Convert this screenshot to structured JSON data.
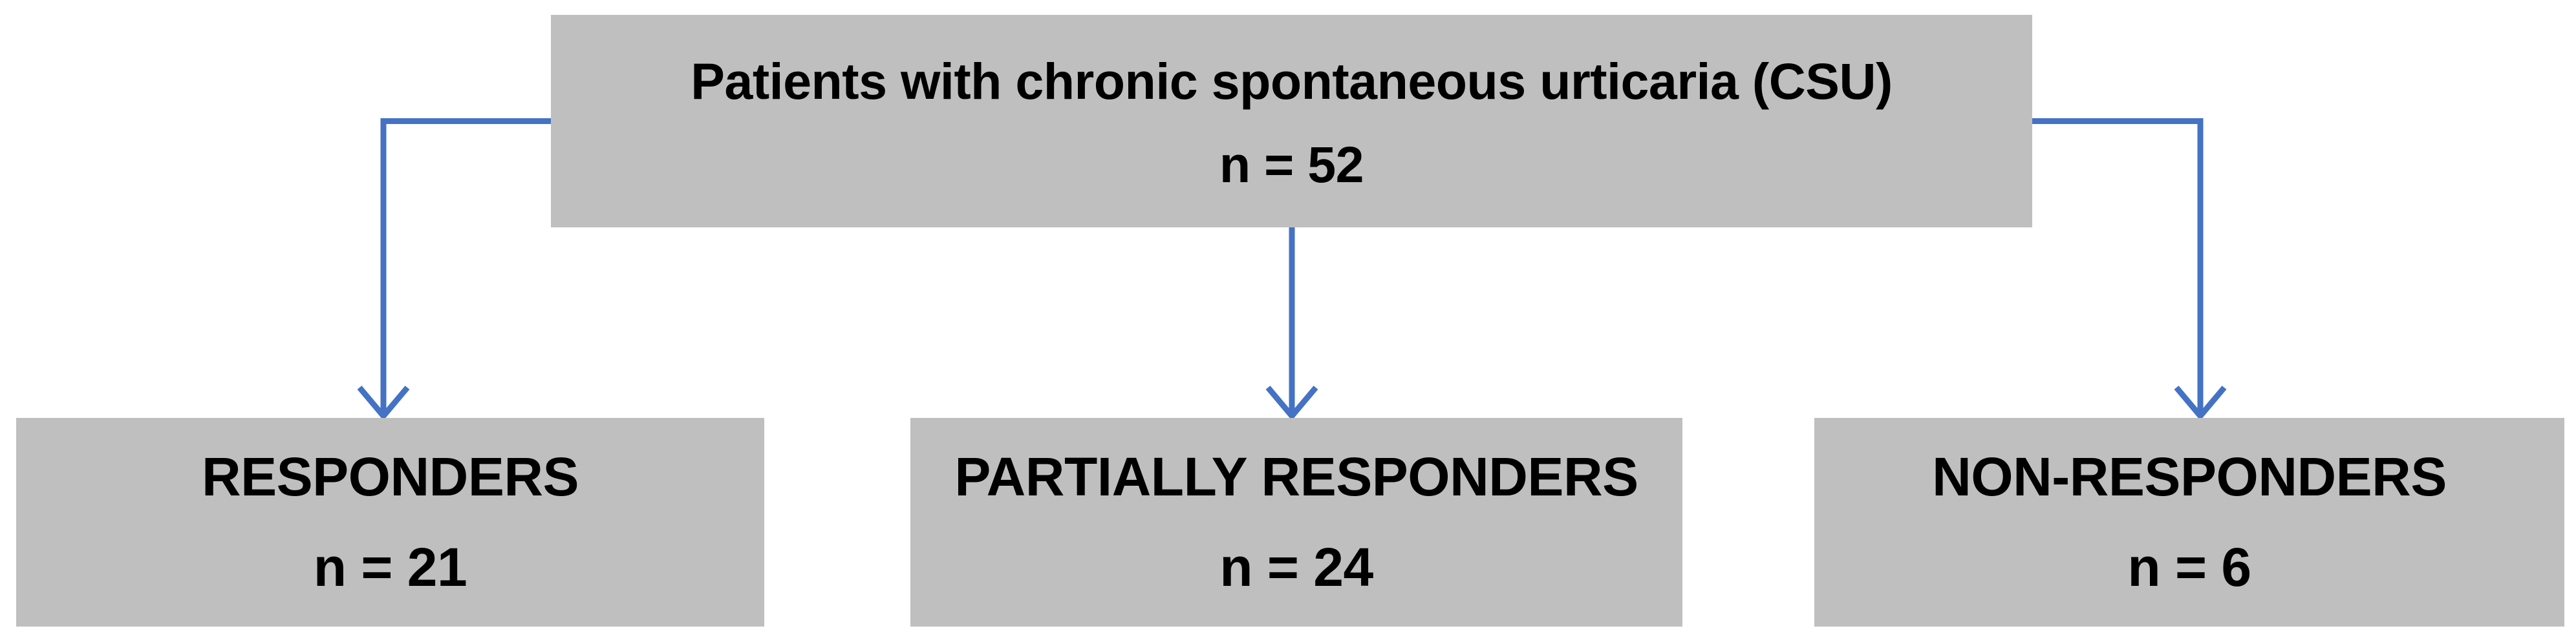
{
  "diagram": {
    "type": "flowchart",
    "title": "CSU patient treatment response flow",
    "colors": {
      "box_fill": "#BFBFBF",
      "connector": "#4472C4",
      "text": "#000000",
      "background": "#FFFFFF"
    },
    "nodes": [
      {
        "id": "root",
        "role": "parent",
        "title": "Patients with chronic spontaneous urticaria (CSU)",
        "count_label": "n = 52",
        "count": 52
      },
      {
        "id": "responders",
        "role": "child",
        "title": "RESPONDERS",
        "count_label": "n = 21",
        "count": 21
      },
      {
        "id": "partial-responders",
        "role": "child",
        "title": "PARTIALLY RESPONDERS",
        "count_label": "n = 24",
        "count": 24
      },
      {
        "id": "non-responders",
        "role": "child",
        "title": "NON-RESPONDERS",
        "count_label": "n = 6",
        "count": 6
      }
    ],
    "edges": [
      {
        "id": "edge-root-responders",
        "from": "root",
        "to": "responders",
        "style": "elbow-left-down",
        "arrowhead": "open"
      },
      {
        "id": "edge-root-partial",
        "from": "root",
        "to": "partial-responders",
        "style": "straight-down",
        "arrowhead": "open"
      },
      {
        "id": "edge-root-nonresponders",
        "from": "root",
        "to": "non-responders",
        "style": "elbow-right-down",
        "arrowhead": "open"
      }
    ]
  }
}
